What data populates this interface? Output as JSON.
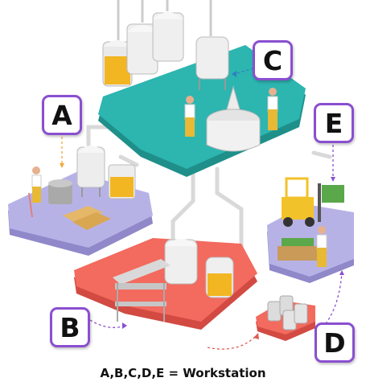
{
  "labels": {
    "a": "A",
    "b": "B",
    "c": "C",
    "d": "D",
    "e": "E"
  },
  "caption": "A,B,C,D,E = Workstation",
  "colors": {
    "platform_a": "#b7b2e6",
    "platform_b": "#f36a5e",
    "platform_c": "#2db5b0",
    "platform_d": "#f36a5e",
    "platform_e": "#b7b2e6",
    "label_border": "#8a4fd0",
    "pipe": "#d8d8d8",
    "beer": "#f2b623",
    "forklift": "#f2c22a"
  }
}
